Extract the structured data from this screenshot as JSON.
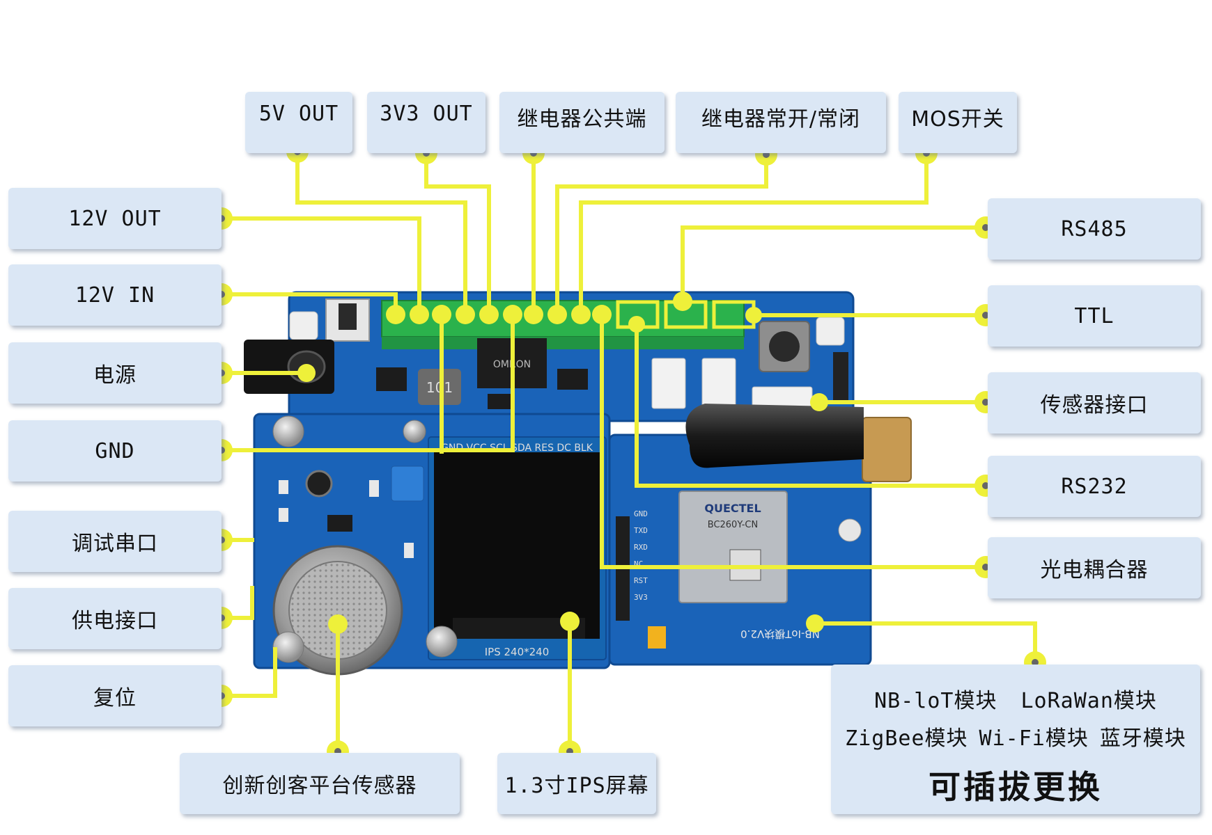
{
  "top_labels": {
    "out5v": "5V OUT",
    "out3v3": "3V3 OUT",
    "relay_common": "继电器公共端",
    "relay_no_nc": "继电器常开/常闭",
    "mos_switch": "MOS开关"
  },
  "left_labels": {
    "out12v": "12V OUT",
    "in12v": "12V IN",
    "power": "电源",
    "gnd": "GND",
    "debug_uart": "调试串口",
    "power_port": "供电接口",
    "reset": "复位"
  },
  "right_labels": {
    "rs485": "RS485",
    "ttl": "TTL",
    "sensor_port": "传感器接口",
    "rs232": "RS232",
    "optocoupler": "光电耦合器"
  },
  "bottom_labels": {
    "sensor": "创新创客平台传感器",
    "screen": "1.3寸IPS屏幕"
  },
  "module_box": {
    "line1_a": "NB-loT模块",
    "line1_b": "LoRaWan模块",
    "line2_a": "ZigBee模块",
    "line2_b": "Wi-Fi模块",
    "line2_c": "蓝牙模块",
    "title": "可插拔更换"
  },
  "board_print": {
    "screen_pins": "GND VCC SCL SDA RES DC BLK",
    "screen_caption": "IPS 240*240",
    "module_brand": "QUECTEL",
    "module_model": "BC260Y-CN",
    "carrier_name": "NB-IoT模块V2.0",
    "pin_labels": [
      "GND",
      "TXD",
      "RXD",
      "NC",
      "RST",
      "3V3"
    ],
    "relay_brand": "OMRON",
    "inductor_mark": "101"
  },
  "colors": {
    "leader": "#eef03a",
    "label_bg": "#dbe7f5",
    "pcb": "#1a63b8",
    "pcb_dark": "#0f4a92",
    "terminal": "#2bb24c"
  }
}
